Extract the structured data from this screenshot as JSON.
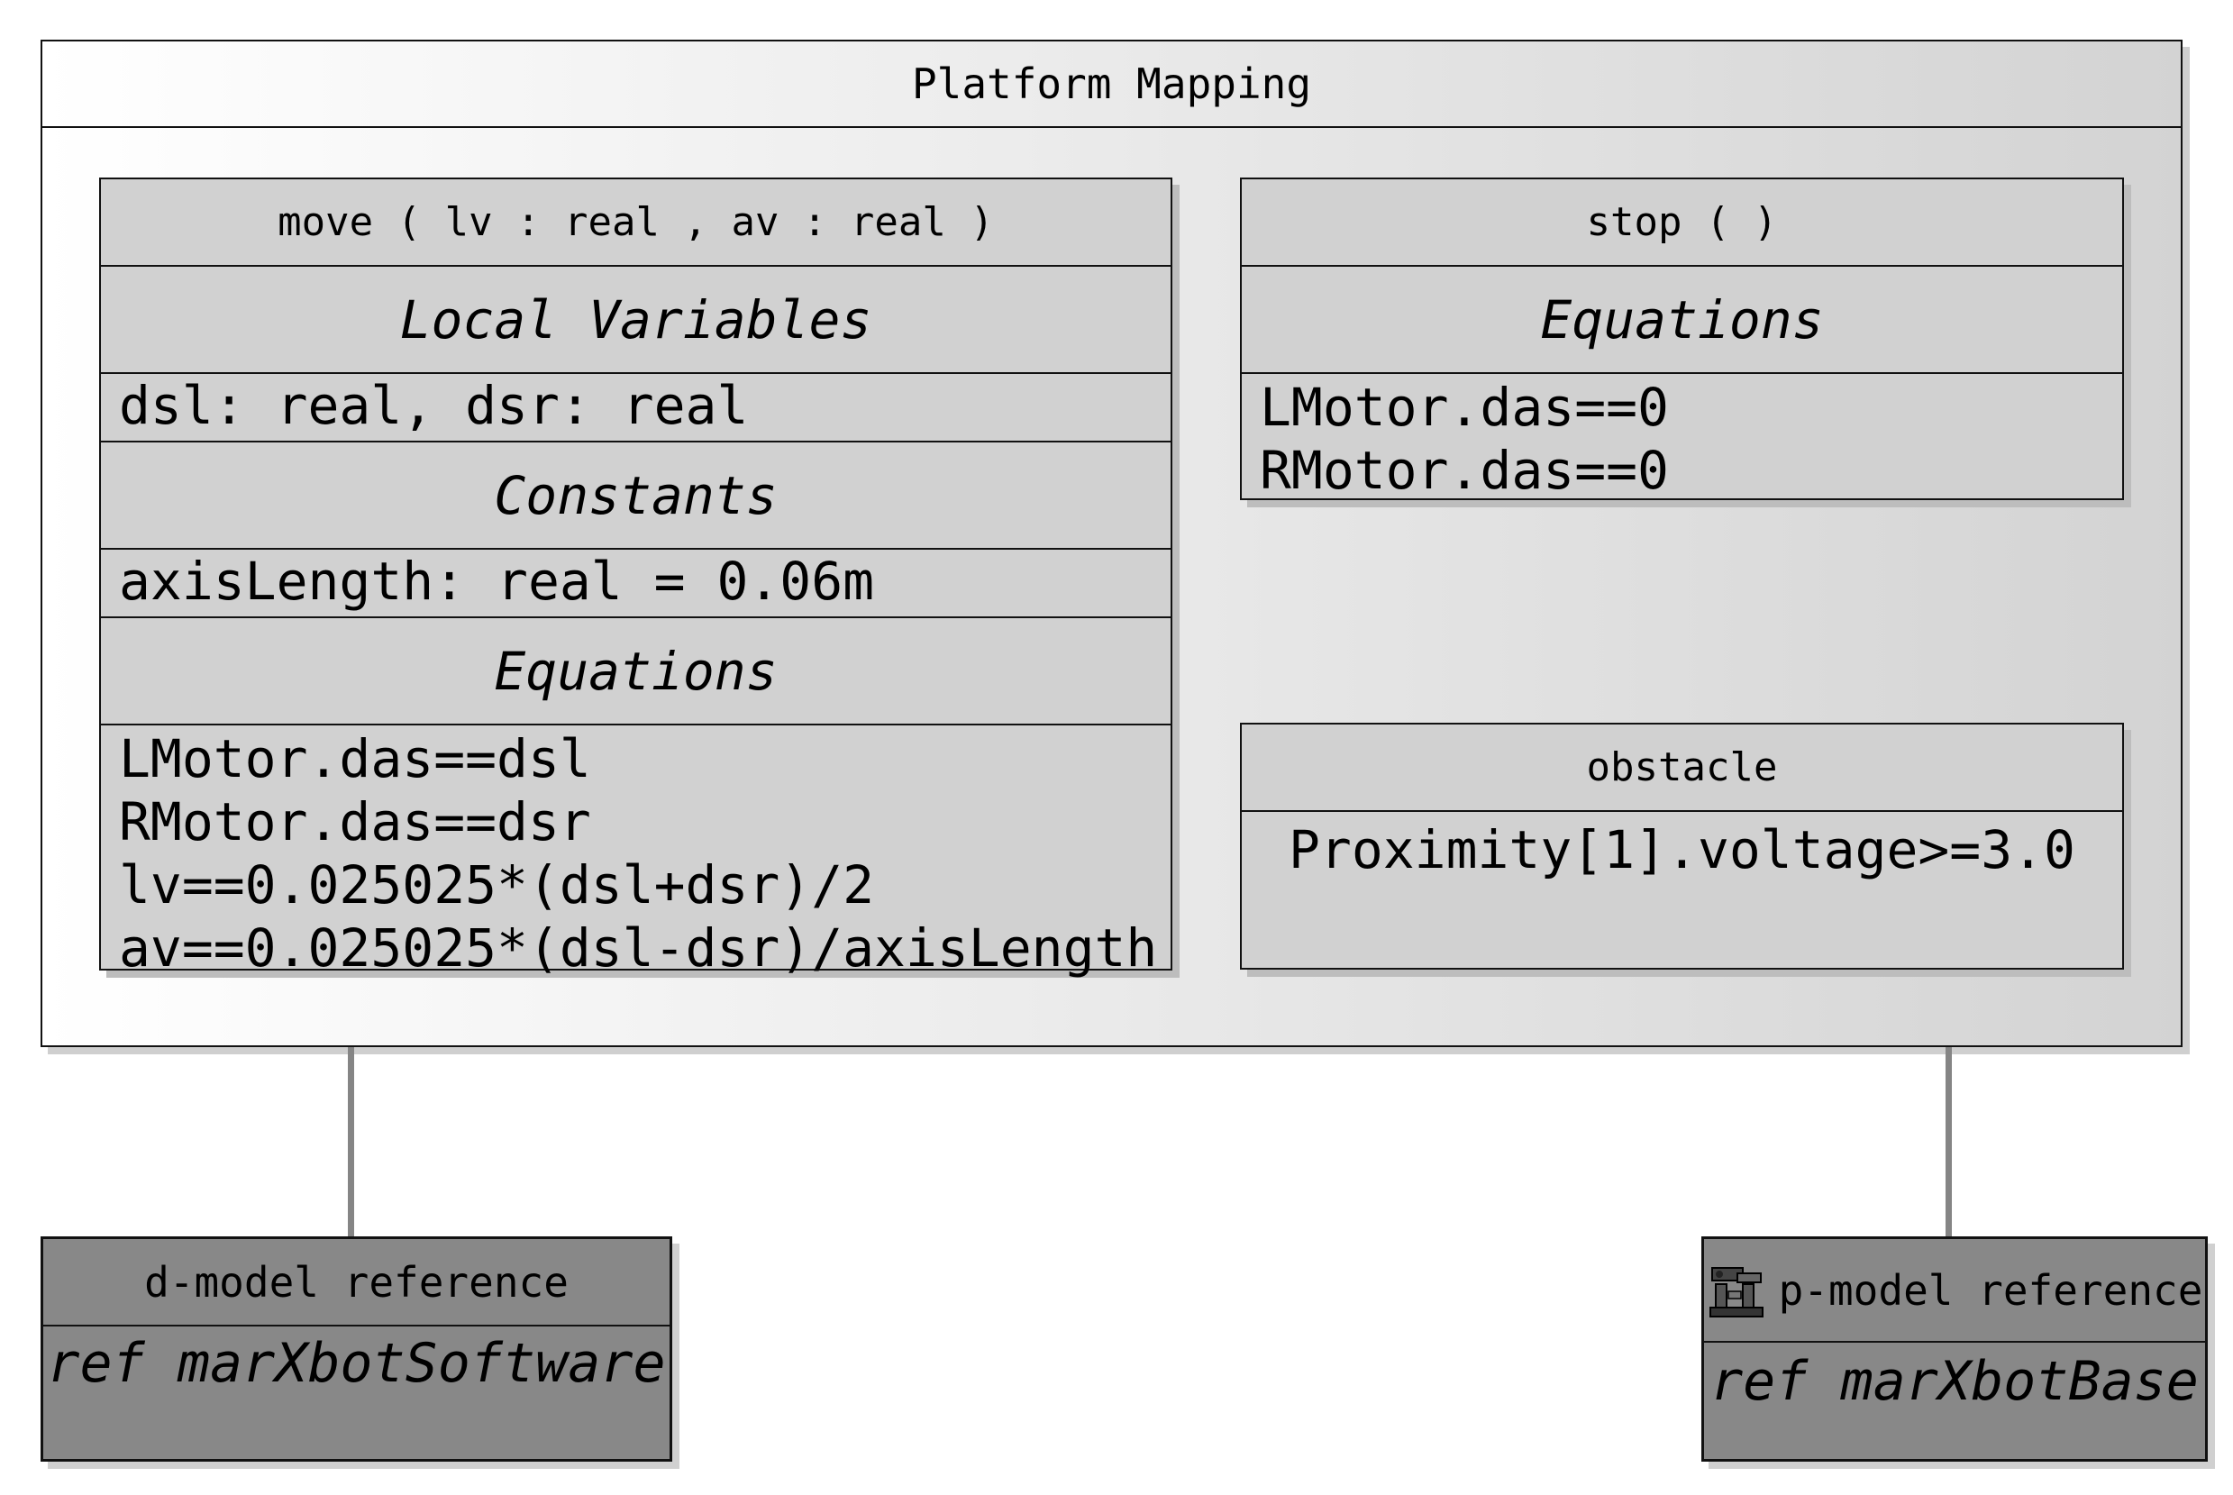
{
  "platform": {
    "title": "Platform Mapping"
  },
  "move": {
    "title": "move ( lv : real , av : real )",
    "local_variables_title": "Local Variables",
    "local_variables": [
      "dsl: real, dsr: real"
    ],
    "constants_title": "Constants",
    "constants": [
      "axisLength: real = 0.06m"
    ],
    "equations_title": "Equations",
    "equations": [
      "LMotor.das==dsl",
      "RMotor.das==dsr",
      "lv==0.025025*(dsl+dsr)/2",
      "av==0.025025*(dsl-dsr)/axisLength"
    ]
  },
  "stop": {
    "title": "stop ( )",
    "equations_title": "Equations",
    "equations": [
      "LMotor.das==0",
      "RMotor.das==0"
    ]
  },
  "obstacle": {
    "title": "obstacle",
    "condition": "Proximity[1].voltage>=3.0"
  },
  "d_model": {
    "title": "d-model reference",
    "ref": "ref marXbotSoftware"
  },
  "p_model": {
    "title": "p-model reference",
    "icon": "robot-arm-icon",
    "ref": "ref marXbotBase"
  },
  "colors": {
    "box_fill": "#d1d1d1",
    "ref_fill": "#888888",
    "connector": "#858585",
    "border": "#111111"
  }
}
